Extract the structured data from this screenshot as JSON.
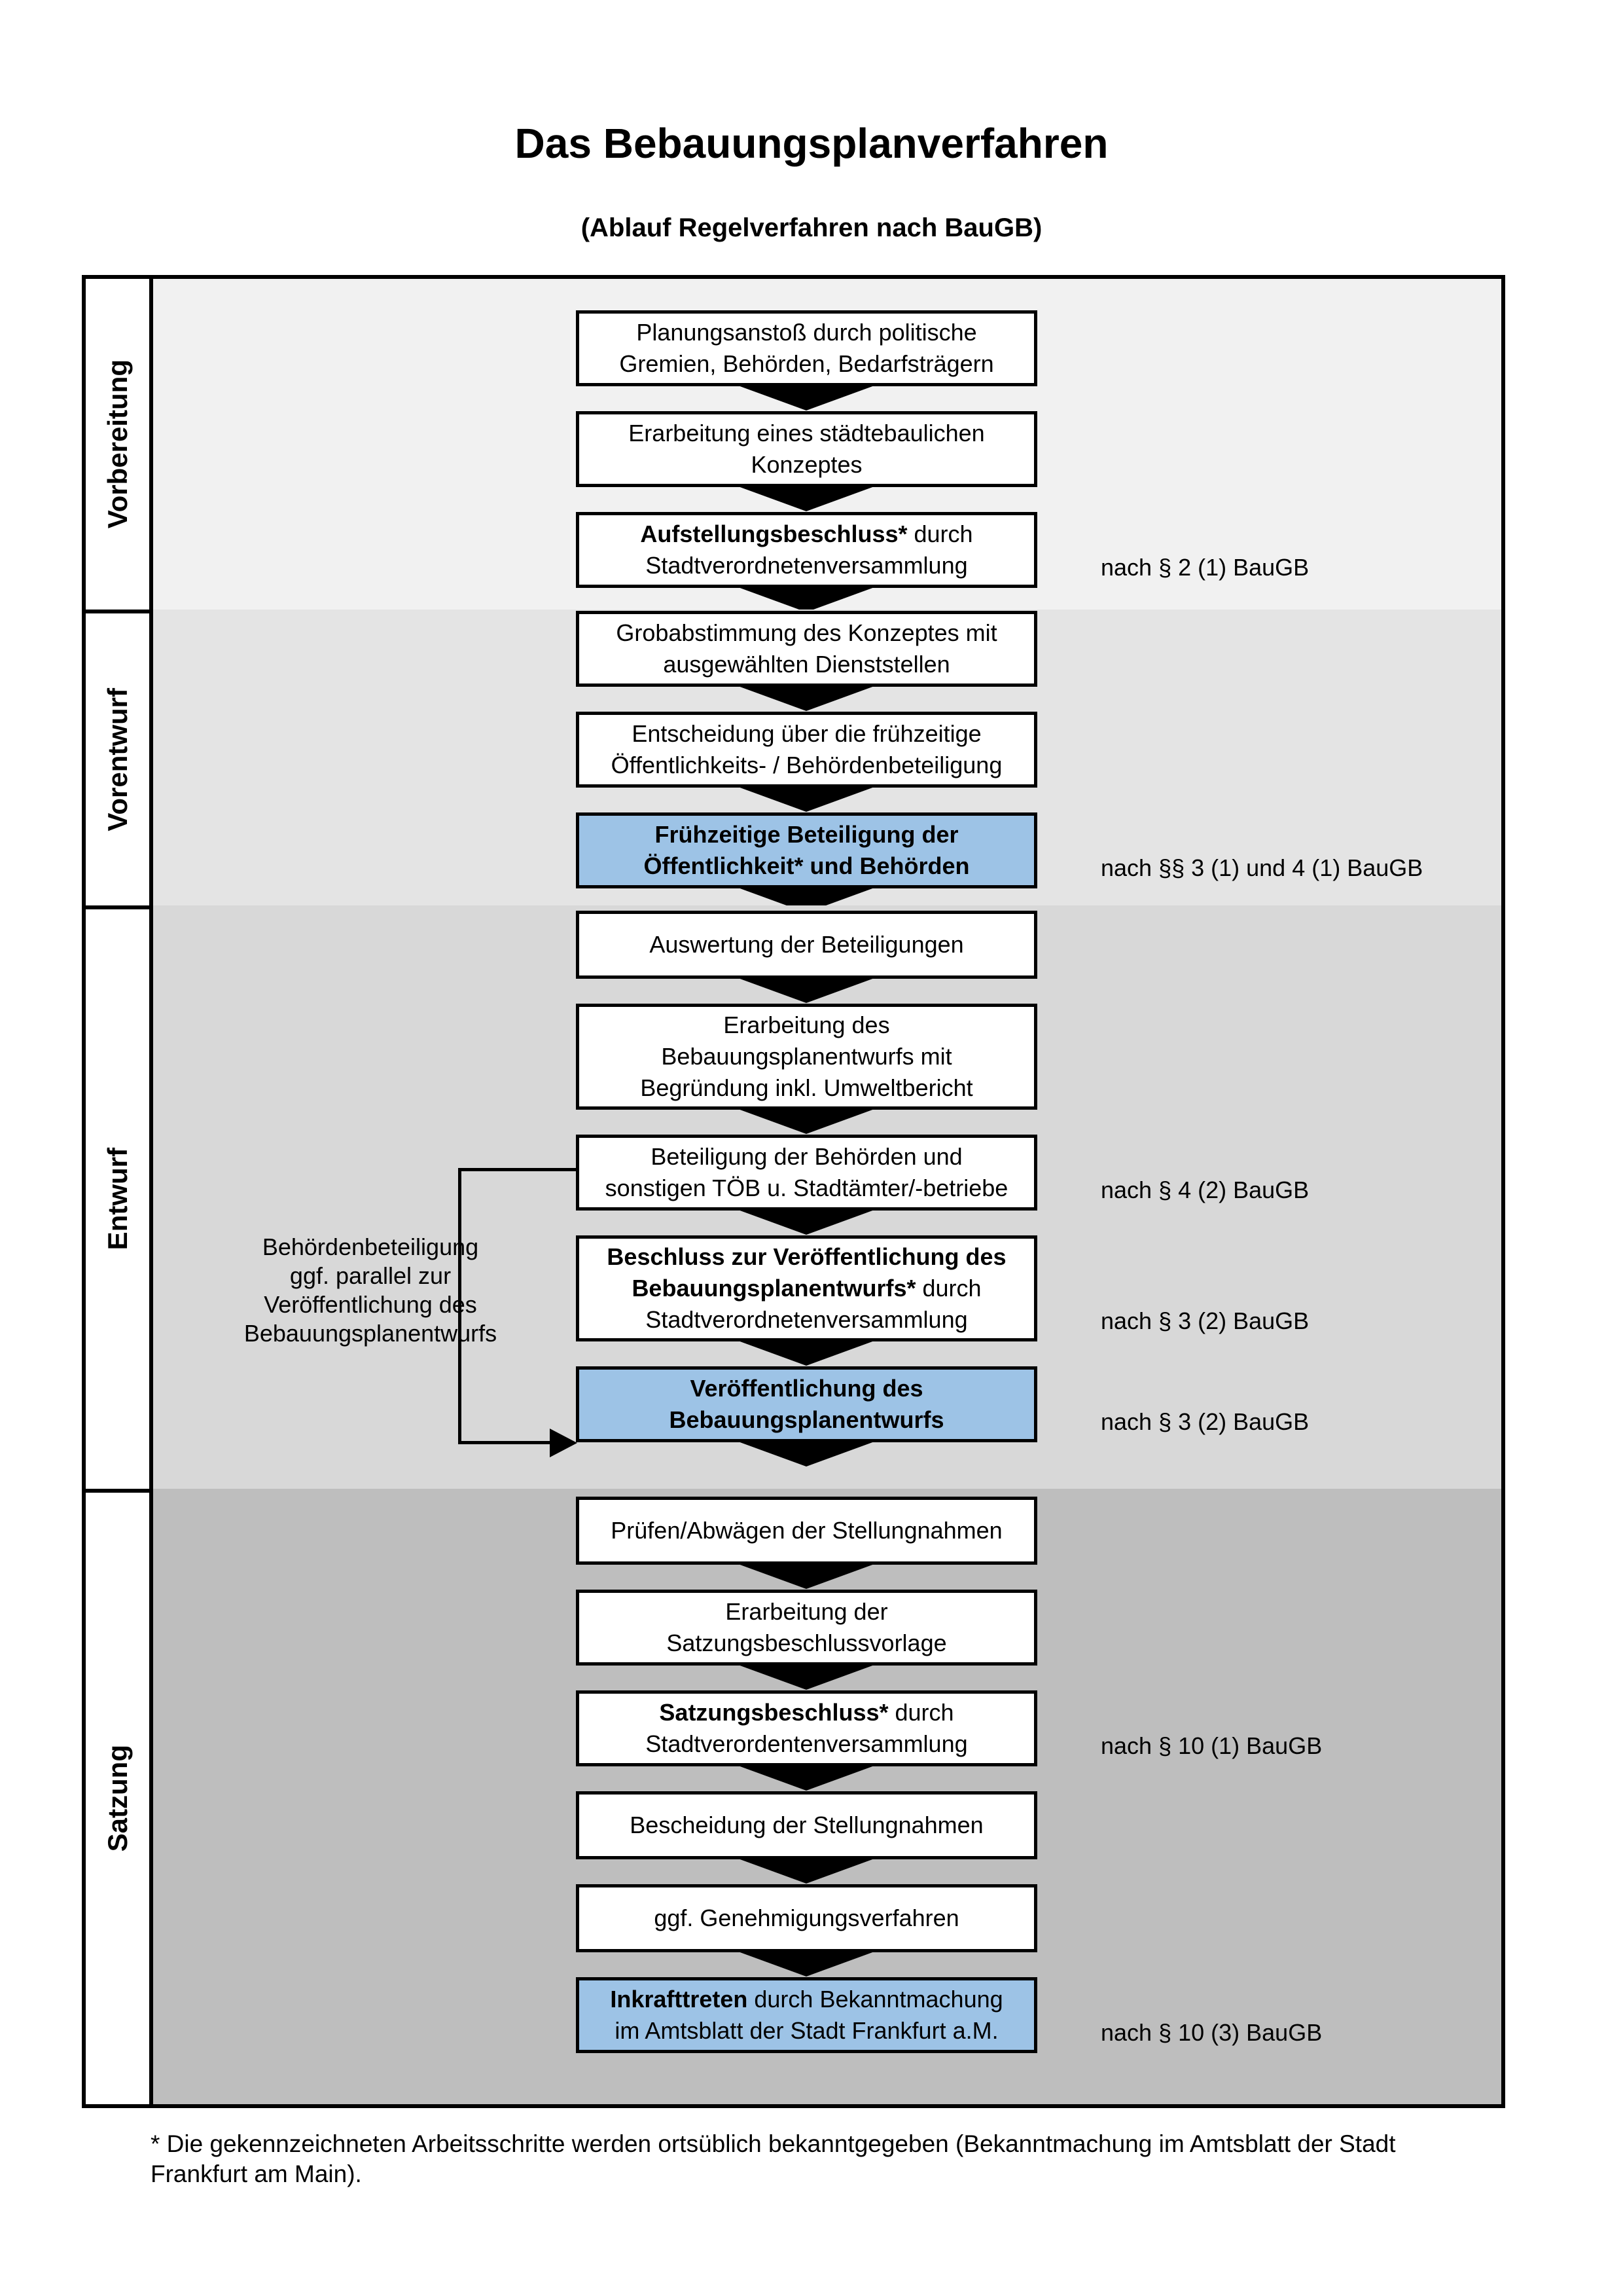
{
  "title": "Das Bebauungsplanverfahren",
  "subtitle": "(Ablauf Regelverfahren nach BauGB)",
  "colors": {
    "highlight_blue": "#9DC3E6",
    "phase_backgrounds": [
      "#f1f1f1",
      "#e4e4e4",
      "#d8d8d8",
      "#bebebe"
    ],
    "box_border": "#000000"
  },
  "phases": [
    {
      "label": "Vorbereitung"
    },
    {
      "label": "Vorentwurf"
    },
    {
      "label": "Entwurf"
    },
    {
      "label": "Satzung"
    }
  ],
  "steps": [
    {
      "phase": 0,
      "variant": "white",
      "lines": [
        [
          {
            "t": "Planungsanstoß durch politische"
          }
        ],
        [
          {
            "t": "Gremien, Behörden, Bedarfsträgern"
          }
        ]
      ]
    },
    {
      "phase": 0,
      "variant": "white",
      "lines": [
        [
          {
            "t": "Erarbeitung eines städtebaulichen"
          }
        ],
        [
          {
            "t": "Konzeptes"
          }
        ]
      ]
    },
    {
      "phase": 0,
      "variant": "white",
      "annotation": "nach § 2 (1) BauGB",
      "lines": [
        [
          {
            "t": "Aufstellungsbeschluss*",
            "b": true
          },
          {
            "t": " durch"
          }
        ],
        [
          {
            "t": "Stadtverordnetenversammlung"
          }
        ]
      ]
    },
    {
      "phase": 1,
      "variant": "white",
      "lines": [
        [
          {
            "t": "Grobabstimmung des Konzeptes mit"
          }
        ],
        [
          {
            "t": "ausgewählten Dienststellen"
          }
        ]
      ]
    },
    {
      "phase": 1,
      "variant": "white",
      "lines": [
        [
          {
            "t": "Entscheidung über die frühzeitige"
          }
        ],
        [
          {
            "t": "Öffentlichkeits- / Behördenbeteiligung"
          }
        ]
      ]
    },
    {
      "phase": 1,
      "variant": "blue",
      "annotation": "nach §§ 3 (1) und 4 (1) BauGB",
      "lines": [
        [
          {
            "t": "Frühzeitige Beteiligung der",
            "b": true
          }
        ],
        [
          {
            "t": "Öffentlichkeit* und Behörden",
            "b": true
          }
        ]
      ]
    },
    {
      "phase": 2,
      "variant": "white",
      "lines": [
        [
          {
            "t": "Auswertung der Beteiligungen"
          }
        ]
      ]
    },
    {
      "phase": 2,
      "variant": "white",
      "lines": [
        [
          {
            "t": "Erarbeitung des"
          }
        ],
        [
          {
            "t": "Bebauungsplanentwurfs mit"
          }
        ],
        [
          {
            "t": "Begründung inkl. Umweltbericht"
          }
        ]
      ]
    },
    {
      "phase": 2,
      "variant": "white",
      "annotation": "nach § 4 (2) BauGB",
      "lines": [
        [
          {
            "t": "Beteiligung der Behörden und"
          }
        ],
        [
          {
            "t": "sonstigen TÖB u. Stadtämter/-betriebe"
          }
        ]
      ]
    },
    {
      "phase": 2,
      "variant": "white",
      "annotation": "nach § 3 (2) BauGB",
      "lines": [
        [
          {
            "t": "Beschluss zur Veröffentlichung des",
            "b": true
          }
        ],
        [
          {
            "t": "Bebauungsplanentwurfs*",
            "b": true
          },
          {
            "t": " durch"
          }
        ],
        [
          {
            "t": "Stadtverordnetenversammlung"
          }
        ]
      ]
    },
    {
      "phase": 2,
      "variant": "blue",
      "annotation": "nach § 3 (2) BauGB",
      "lines": [
        [
          {
            "t": "Veröffentlichung des",
            "b": true
          }
        ],
        [
          {
            "t": "Bebauungsplanentwurfs",
            "b": true
          }
        ]
      ]
    },
    {
      "phase": 3,
      "variant": "white",
      "lines": [
        [
          {
            "t": "Prüfen/Abwägen der Stellungnahmen"
          }
        ]
      ]
    },
    {
      "phase": 3,
      "variant": "white",
      "lines": [
        [
          {
            "t": "Erarbeitung der"
          }
        ],
        [
          {
            "t": "Satzungsbeschlussvorlage"
          }
        ]
      ]
    },
    {
      "phase": 3,
      "variant": "white",
      "annotation": "nach § 10 (1) BauGB",
      "lines": [
        [
          {
            "t": "Satzungsbeschluss*",
            "b": true
          },
          {
            "t": " durch"
          }
        ],
        [
          {
            "t": "Stadtverordentenversammlung"
          }
        ]
      ]
    },
    {
      "phase": 3,
      "variant": "white",
      "lines": [
        [
          {
            "t": "Bescheidung der Stellungnahmen"
          }
        ]
      ]
    },
    {
      "phase": 3,
      "variant": "white",
      "lines": [
        [
          {
            "t": "ggf. Genehmigungsverfahren"
          }
        ]
      ]
    },
    {
      "phase": 3,
      "variant": "blue",
      "annotation": "nach § 10 (3) BauGB",
      "lines": [
        [
          {
            "t": "Inkrafttreten",
            "b": true
          },
          {
            "t": " durch Bekanntmachung"
          }
        ],
        [
          {
            "t": "im Amtsblatt der Stadt Frankfurt a.M."
          }
        ]
      ]
    }
  ],
  "side_note": {
    "lines": [
      "Behördenbeteiligung",
      "ggf. parallel zur",
      "Veröffentlichung des",
      "Bebauungsplanentwurfs"
    ]
  },
  "footnote": {
    "lines": [
      "* Die gekennzeichneten Arbeitsschritte werden ortsüblich bekanntgegeben (Bekanntmachung im Amtsblatt  der Stadt",
      "Frankfurt am Main)."
    ]
  }
}
